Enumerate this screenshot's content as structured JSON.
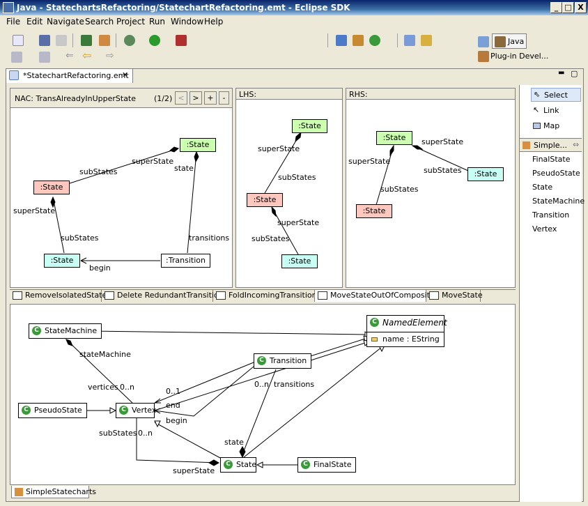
{
  "window": {
    "title": "Java - StatechartsRefactoring/StatechartRefactoring.emt - Eclipse SDK",
    "min": "_",
    "max": "□",
    "close": "X"
  },
  "menu": [
    "File",
    "Edit",
    "Navigate",
    "Search",
    "Project",
    "Run",
    "Window",
    "Help"
  ],
  "perspectives": {
    "java": "Java",
    "plugin": "Plug-in Devel..."
  },
  "editor_tab": {
    "label": "*StatechartRefactoring.emt",
    "close": "✕"
  },
  "nac": {
    "title": "NAC:  TransAlreadyInUpperState",
    "count": "(1/2)",
    "btn_prev": "<",
    "btn_next": ">",
    "btn_add": "+",
    "btn_remove": "-",
    "nodes": {
      "state_top": ":State",
      "state_left": ":State",
      "state_bottom": ":State",
      "transition": ":Transition"
    },
    "edges": {
      "superState": "superState",
      "subStates": "subStates",
      "state": "state",
      "superState2": "superState",
      "subStates2": "subStates",
      "transitions": "transitions",
      "begin": "begin"
    }
  },
  "lhs": {
    "title": "LHS:",
    "nodes": {
      "top": ":State",
      "mid": ":State",
      "bottom": ":State"
    },
    "edges": {
      "superState1": "superState",
      "subStates1": "subStates",
      "superState2": "superState",
      "subStates2": "subStates"
    }
  },
  "rhs": {
    "title": "RHS:",
    "nodes": {
      "top": ":State",
      "right": ":State",
      "bottom": ":State"
    },
    "edges": {
      "superState1": "superState",
      "superState2": "superState",
      "subStates1": "subStates",
      "subStates2": "subStates"
    }
  },
  "rule_tabs": [
    "RemoveIsolatedState",
    "Delete RedundantTransition",
    "FoldIncomingTransitions",
    "MoveStateOutOfComposite",
    "MoveState"
  ],
  "palette": {
    "select": "Select",
    "link": "Link",
    "map": "Map",
    "section": "Simple...",
    "items": [
      "FinalState",
      "PseudoState",
      "State",
      "StateMachine",
      "Transition",
      "Vertex"
    ]
  },
  "model": {
    "classes": {
      "statemachine": "StateMachine",
      "named": "NamedElement",
      "attr": "name : EString",
      "transition": "Transition",
      "pseudo": "PseudoState",
      "vertex": "Vertex",
      "state": "State",
      "final": "FinalState"
    },
    "labels": {
      "stateMachine": "stateMachine",
      "vertices": "vertices",
      "vmult": "0..n",
      "m01": "0..1",
      "end": "end",
      "begin": "begin",
      "m0n": "0..n",
      "transitions": "transitions",
      "subStates": "subStates",
      "sm0n": "0..n",
      "state": "state",
      "superState": "superState"
    }
  },
  "bottom_tab": "SimpleStatecharts"
}
